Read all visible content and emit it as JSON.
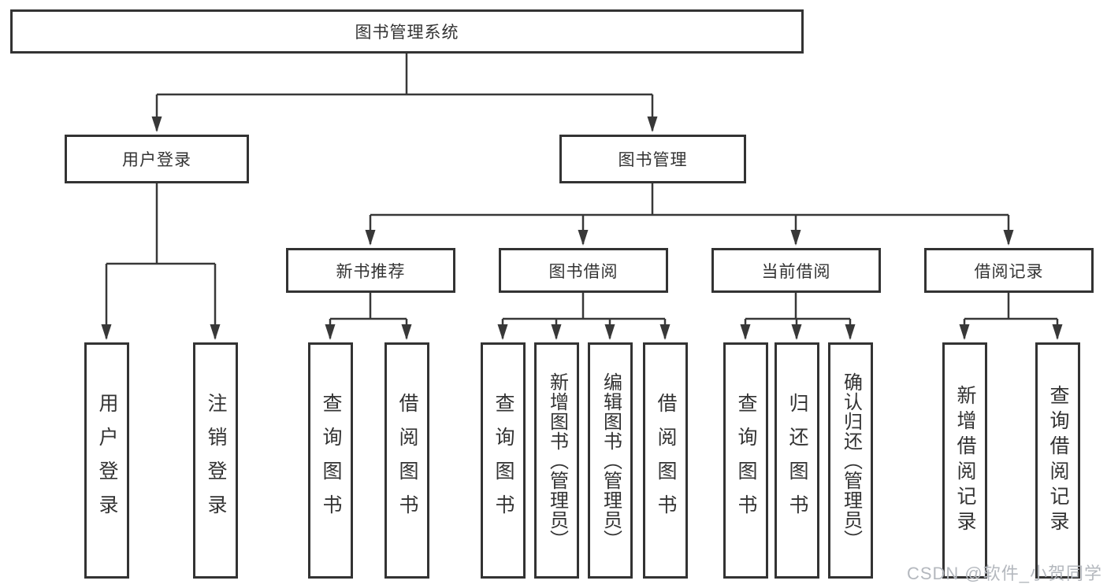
{
  "diagram": {
    "root": {
      "label": "图书管理系统"
    },
    "level2": [
      {
        "id": "user-login",
        "label": "用户登录"
      },
      {
        "id": "book-management",
        "label": "图书管理"
      }
    ],
    "level3": [
      {
        "id": "new-book-recommend",
        "label": "新书推荐"
      },
      {
        "id": "book-borrowing",
        "label": "图书借阅"
      },
      {
        "id": "current-borrowing",
        "label": "当前借阅"
      },
      {
        "id": "borrowing-records",
        "label": "借阅记录"
      }
    ],
    "leaves": [
      {
        "id": "user-login",
        "label": "用户登录"
      },
      {
        "id": "logout",
        "label": "注销登录"
      },
      {
        "id": "query-books-recommend",
        "label": "查询图书"
      },
      {
        "id": "borrow-books-recommend",
        "label": "借阅图书"
      },
      {
        "id": "query-books-borrowing",
        "label": "查询图书"
      },
      {
        "id": "add-books-admin",
        "label": "新增图书（管理员）"
      },
      {
        "id": "edit-books-admin",
        "label": "编辑图书（管理员）"
      },
      {
        "id": "borrow-books",
        "label": "借阅图书"
      },
      {
        "id": "query-books-current",
        "label": "查询图书"
      },
      {
        "id": "return-books",
        "label": "归还图书"
      },
      {
        "id": "confirm-return-admin",
        "label": "确认归还（管理员）"
      },
      {
        "id": "add-borrow-record",
        "label": "新增借阅记录"
      },
      {
        "id": "query-borrow-record",
        "label": "查询借阅记录"
      }
    ]
  },
  "watermark": {
    "text": "CSDN @软件_小贺同学"
  },
  "colors": {
    "line": "#383838",
    "border": "#333333",
    "text": "#333333",
    "watermark": "#b4b8be",
    "background": "#ffffff"
  }
}
